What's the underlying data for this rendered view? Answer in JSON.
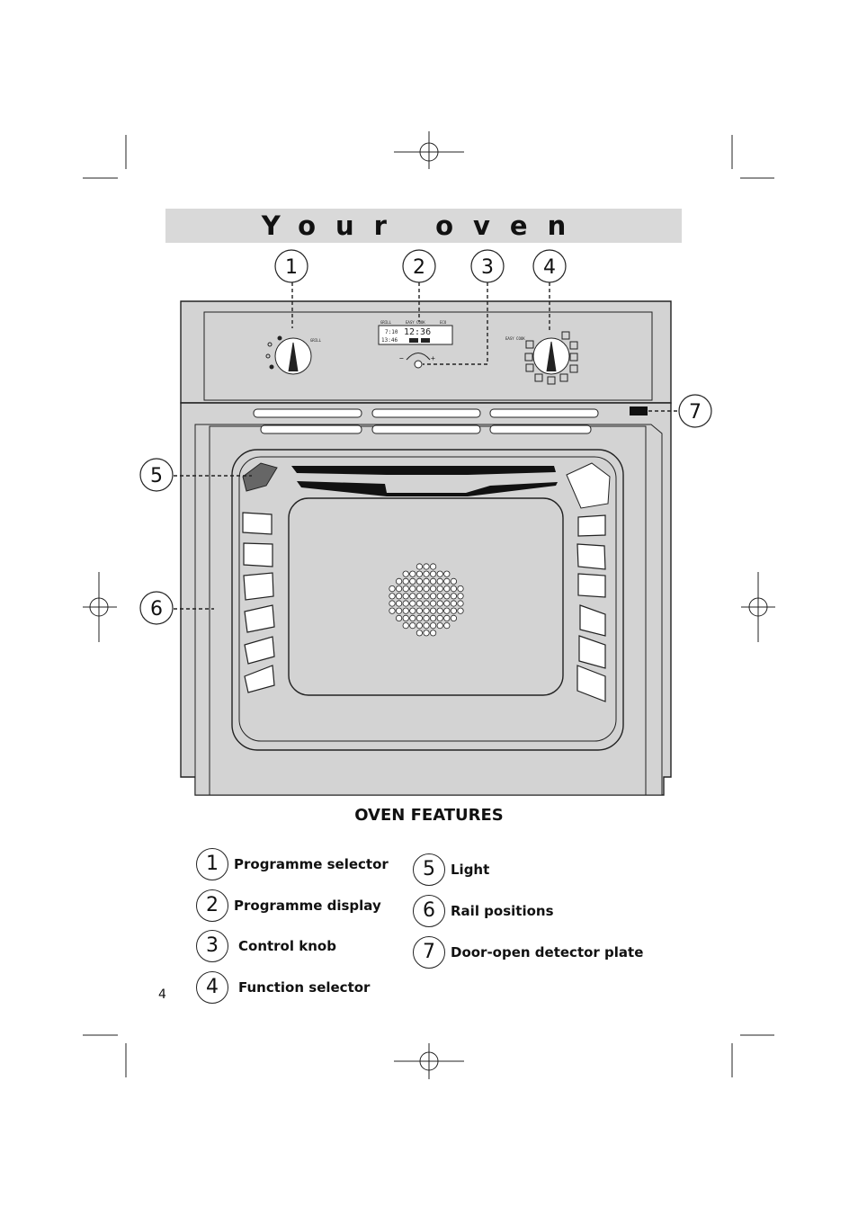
{
  "title": "Your oven",
  "figure": {
    "callouts": [
      "1",
      "2",
      "3",
      "4",
      "5",
      "6",
      "7"
    ],
    "panel": {
      "display_time_top": "12:36",
      "display_small_left_top": "7:10",
      "display_small_left_bottom": "13:46",
      "left_knob_label": "GRILL",
      "display_header_left": "GRILL",
      "display_header_mid": "EASY COOK",
      "display_header_right": "ECO",
      "right_knob_label": "EASY COOK",
      "control_minus": "−",
      "control_plus": "+"
    }
  },
  "features_heading": "OVEN FEATURES",
  "features": [
    {
      "num": "1",
      "label": "Programme selector"
    },
    {
      "num": "2",
      "label": "Programme display"
    },
    {
      "num": "3",
      "label": "Control knob"
    },
    {
      "num": "4",
      "label": "Function selector"
    },
    {
      "num": "5",
      "label": "Light"
    },
    {
      "num": "6",
      "label": "Rail positions"
    },
    {
      "num": "7",
      "label": "Door-open detector plate"
    }
  ],
  "page_number": "4",
  "colors": {
    "title_bar": "#d9d9d9",
    "oven_body": "#d3d3d3",
    "outline": "#222222"
  }
}
